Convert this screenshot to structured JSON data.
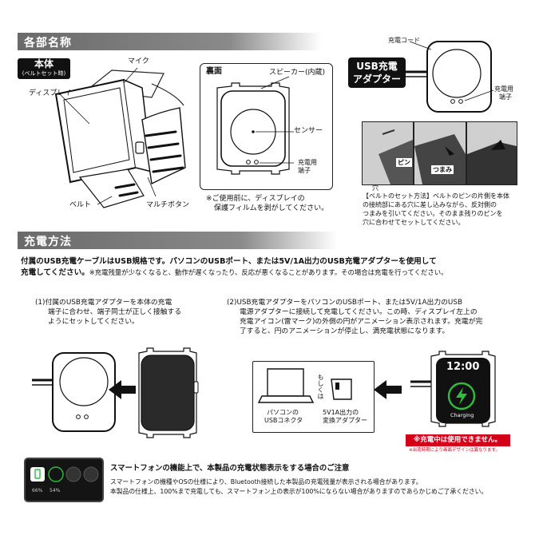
{
  "sections": {
    "names_title": "各部名称",
    "charge_title": "充電方法"
  },
  "main_body": {
    "label_line1": "本体",
    "label_line2": "(ベルトセット時)",
    "display": "ディスプレイ",
    "mic": "マイク",
    "belt": "ベルト",
    "multi_button": "マルチボタン"
  },
  "back": {
    "label": "裏面",
    "speaker": "スピーカー(内蔵)",
    "sensor": "センサー",
    "port_line1": "充電用",
    "port_line2": "端子",
    "note_line1": "※ご使用前に、ディスプレイの",
    "note_line2": "保護フィルムを剥がしてください。"
  },
  "usb": {
    "label_line1": "USB充電",
    "label_line2": "アダプター",
    "cord": "充電コード",
    "port_line1": "充電用",
    "port_line2": "端子"
  },
  "belt_set": {
    "pin": "ピン",
    "knob": "つまみ",
    "hole": "穴",
    "text_line1": "【ベルトのセット方法】ベルトのピンの片側を本体",
    "text_line2": "の接続部にある穴に差し込みながら、反対側の",
    "text_line3": "つまみを引いてください。そのまま残りのピンを",
    "text_line4": "穴に合わせてセットしてください。"
  },
  "charge": {
    "intro_line1": "付属のUSB充電ケーブルはUSB規格です。パソコンのUSBポート、または5V/1A出力のUSB充電アダプターを使用して",
    "intro_line2_bold": "充電してください。",
    "intro_line2_rest": "※充電残量が少なくなると、動作が遅くなったり、反応が悪くなることがあります。その場合は充電を行ってください。",
    "step1_line1": "(1)付属のUSB充電アダプターを本体の充電",
    "step1_line2": "端子に合わせ、端子同士が正しく接触する",
    "step1_line3": "ようにセットしてください。",
    "step2_line1": "(2)USB充電アダプターをパソコンのUSBポート、または5V/1A出力のUSB",
    "step2_line2": "電源アダプターに接続して充電してください。この時、ディスプレイ左上の",
    "step2_line3": "充電アイコン(雷マーク)の外側の円がアニメーション表示されます。充電が完",
    "step2_line4": "了すると、円のアニメーションが停止し、満充電状態になります。",
    "pc_line1": "パソコンの",
    "pc_line2": "USBコネクタ",
    "or_text": "もしくは",
    "adapter_line1": "5V1A出力の",
    "adapter_line2": "変換アダプター",
    "time": "12:00",
    "charging": "Charging",
    "warn": "※充電中は使用できません。",
    "warn_sub": "※出荷時期により画面デザインは異なります。"
  },
  "smartphone_note": {
    "pct1": "66%",
    "pct2": "54%",
    "title": "スマートフォンの機能上で、本製品の充電状態表示をする場合のご注意",
    "line1": "スマートフォンの機種やOSの仕様により、Bluetooth接続した本製品の充電残量が表示される場合があります。",
    "line2": "本製品の仕様上、100%まで充電しても、スマートフォン上の表示が100%にならない場合がありますのであらかじめご了承ください。"
  },
  "colors": {
    "warn_red": "#d4001a",
    "charge_green": "#2fbf3a",
    "bar_gray": "#7a7a7a"
  }
}
